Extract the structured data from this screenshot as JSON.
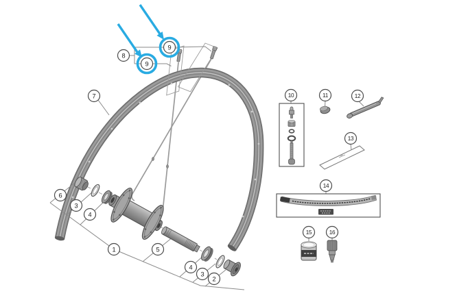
{
  "colors": {
    "accent_blue": "#29ABE2",
    "line_gray": "#8A8A8A",
    "part_gray": "#9E9E9E",
    "outline_gray": "#4F4F4F",
    "background": "#FFFFFF"
  },
  "callouts": {
    "n1": "1",
    "n2": "2",
    "n3": "3",
    "n4": "4",
    "n5": "5",
    "n6": "6",
    "n7": "7",
    "n8": "8",
    "n9": "9",
    "n10": "10",
    "n11": "11",
    "n12": "12",
    "n13": "13",
    "n14": "14",
    "n15": "15",
    "n16": "16"
  }
}
